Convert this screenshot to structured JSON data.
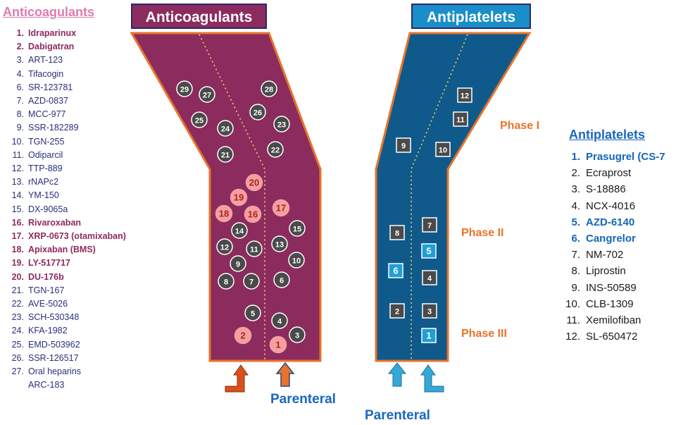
{
  "anticoag_list": {
    "title": "Anticoagulants",
    "items": [
      {
        "num": "1.",
        "name": "Idraparinux",
        "hl": true
      },
      {
        "num": "2.",
        "name": "Dabigatran",
        "hl": true
      },
      {
        "num": "3.",
        "name": "ART-123",
        "hl": false
      },
      {
        "num": "4.",
        "name": "Tifacogin",
        "hl": false
      },
      {
        "num": "6.",
        "name": "SR-123781",
        "hl": false
      },
      {
        "num": "7.",
        "name": "AZD-0837",
        "hl": false
      },
      {
        "num": "8.",
        "name": "MCC-977",
        "hl": false
      },
      {
        "num": "9.",
        "name": "SSR-182289",
        "hl": false
      },
      {
        "num": "10.",
        "name": "TGN-255",
        "hl": false
      },
      {
        "num": "11.",
        "name": "Odiparcil",
        "hl": false
      },
      {
        "num": "12.",
        "name": "TTP-889",
        "hl": false
      },
      {
        "num": "13.",
        "name": "rNAPc2",
        "hl": false
      },
      {
        "num": "14.",
        "name": "YM-150",
        "hl": false
      },
      {
        "num": "15.",
        "name": "DX-9065a",
        "hl": false
      },
      {
        "num": "16.",
        "name": "Rivaroxaban",
        "hl": true
      },
      {
        "num": "17.",
        "name": "XRP-0673 (otamixaban)",
        "hl": true
      },
      {
        "num": "18.",
        "name": "Apixaban (BMS)",
        "hl": true
      },
      {
        "num": "19.",
        "name": "LY-517717",
        "hl": true
      },
      {
        "num": "20.",
        "name": "DU-176b",
        "hl": true
      },
      {
        "num": "21.",
        "name": "TGN-167",
        "hl": false
      },
      {
        "num": "22.",
        "name": "AVE-5026",
        "hl": false
      },
      {
        "num": "23.",
        "name": "SCH-530348",
        "hl": false
      },
      {
        "num": "24.",
        "name": "KFA-1982",
        "hl": false
      },
      {
        "num": "25.",
        "name": "EMD-503962",
        "hl": false
      },
      {
        "num": "26.",
        "name": "SSR-126517",
        "hl": false
      },
      {
        "num": "27.",
        "name": "Oral heparins",
        "hl": false
      },
      {
        "num": "",
        "name": "ARC-183",
        "hl": false
      }
    ]
  },
  "antiplatelet_list": {
    "title": "Antiplatelets",
    "items": [
      {
        "num": "1.",
        "name": "Prasugrel (CS-7",
        "hl": true
      },
      {
        "num": "2.",
        "name": "Ecraprost",
        "hl": false
      },
      {
        "num": "3.",
        "name": "S-18886",
        "hl": false
      },
      {
        "num": "4.",
        "name": "NCX-4016",
        "hl": false
      },
      {
        "num": "5.",
        "name": "AZD-6140",
        "hl": true
      },
      {
        "num": "6.",
        "name": "Cangrelor",
        "hl": true
      },
      {
        "num": "7.",
        "name": "NM-702",
        "hl": false
      },
      {
        "num": "8.",
        "name": "Liprostin",
        "hl": false
      },
      {
        "num": "9.",
        "name": "INS-50589",
        "hl": false
      },
      {
        "num": "10.",
        "name": "CLB-1309",
        "hl": false
      },
      {
        "num": "11.",
        "name": "Xemilofiban",
        "hl": false
      },
      {
        "num": "12.",
        "name": "SL-650472",
        "hl": false
      }
    ]
  },
  "diagram": {
    "anticoag_header": "Anticoagulants",
    "antiplatelet_header": "Antiplatelets",
    "phase1": "Phase I",
    "phase2": "Phase II",
    "phase3": "Phase III",
    "parenteral_left": "Parenteral",
    "parenteral_right": "Parenteral",
    "anticoag_nodes": [
      "29",
      "27",
      "28",
      "26",
      "25",
      "24",
      "23",
      "21",
      "22",
      "20",
      "19",
      "17",
      "18",
      "16",
      "14",
      "15",
      "12",
      "11",
      "13",
      "9",
      "10",
      "8",
      "7",
      "6",
      "5",
      "4",
      "2",
      "1",
      "3"
    ],
    "antiplatelet_nodes": [
      "12",
      "11",
      "9",
      "10",
      "8",
      "7",
      "5",
      "6",
      "4",
      "2",
      "3",
      "1"
    ]
  },
  "colors": {
    "anticoag_fill": "#8b2b5e",
    "antiplatelet_fill": "#0f5a8a",
    "border_orange": "#e8732a",
    "node_dark": "#4a4a4a",
    "node_pink": "#f4a0a0",
    "node_cyan": "#1e9fd6"
  }
}
